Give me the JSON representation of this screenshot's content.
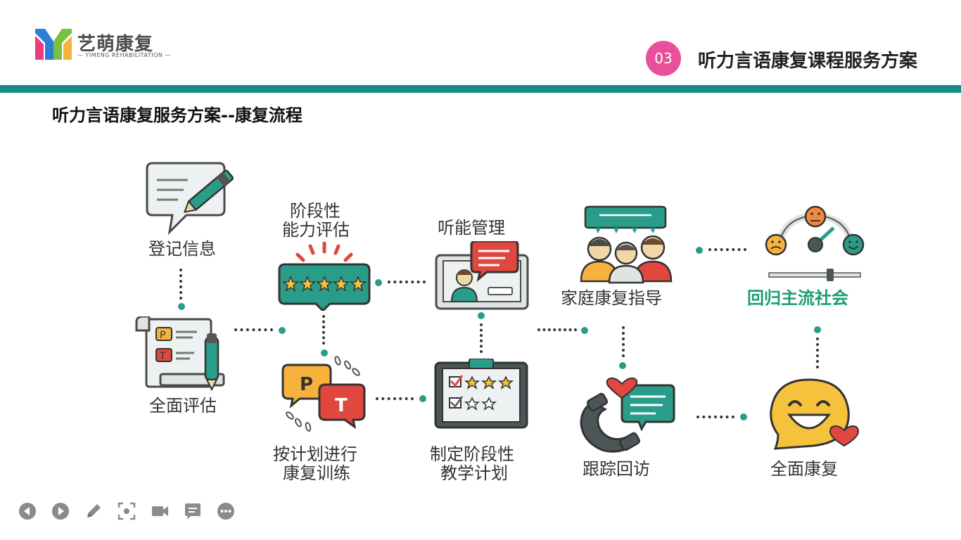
{
  "brand": {
    "name": "艺萌康复",
    "subtitle": "— YIMENG REHABILITATION —"
  },
  "section": {
    "number": "03",
    "title": "听力言语康复课程服务方案"
  },
  "page_title": "听力言语康复服务方案--康复流程",
  "flow": {
    "register": "登记信息",
    "assess": "全面评估",
    "stage_assess_line1": "阶段性",
    "stage_assess_line2": "能力评估",
    "training_line1": "按计划进行",
    "training_line2": "康复训练",
    "hearing": "听能管理",
    "plan_line1": "制定阶段性",
    "plan_line2": "教学计划",
    "family": "家庭康复指导",
    "followup": "跟踪回访",
    "mainstream": "回归主流社会",
    "full": "全面康复"
  },
  "colors": {
    "accent_teal": "#168c84",
    "badge_pink": "#e94f9b",
    "green_text": "#1a9d73"
  },
  "toolbar": [
    "prev-icon",
    "next-icon",
    "pen-icon",
    "screenshot-icon",
    "video-icon",
    "comment-icon",
    "more-icon"
  ]
}
